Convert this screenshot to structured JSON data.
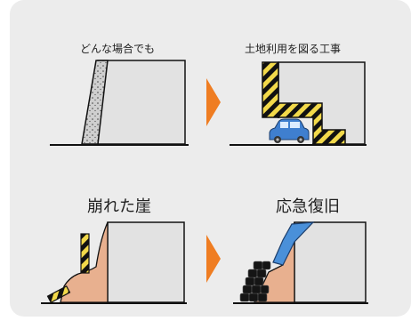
{
  "captions": {
    "any_case": "どんな場合でも",
    "land_use": "土地利用を図る工事",
    "collapsed": "崩れた崖",
    "emergency": "応急復旧"
  },
  "colors": {
    "panel_bg": "#ececec",
    "wall_fill": "#e2e2e2",
    "arrow": "#ef7d22",
    "soil": "#e8b08f",
    "car": "#3f7fcf",
    "repair_sheet": "#4a90d9",
    "hatch_yellow": "#f2d94a"
  },
  "icons": [
    "retaining-wall",
    "car-icon",
    "right-arrow-icon",
    "sandbag-stack"
  ]
}
